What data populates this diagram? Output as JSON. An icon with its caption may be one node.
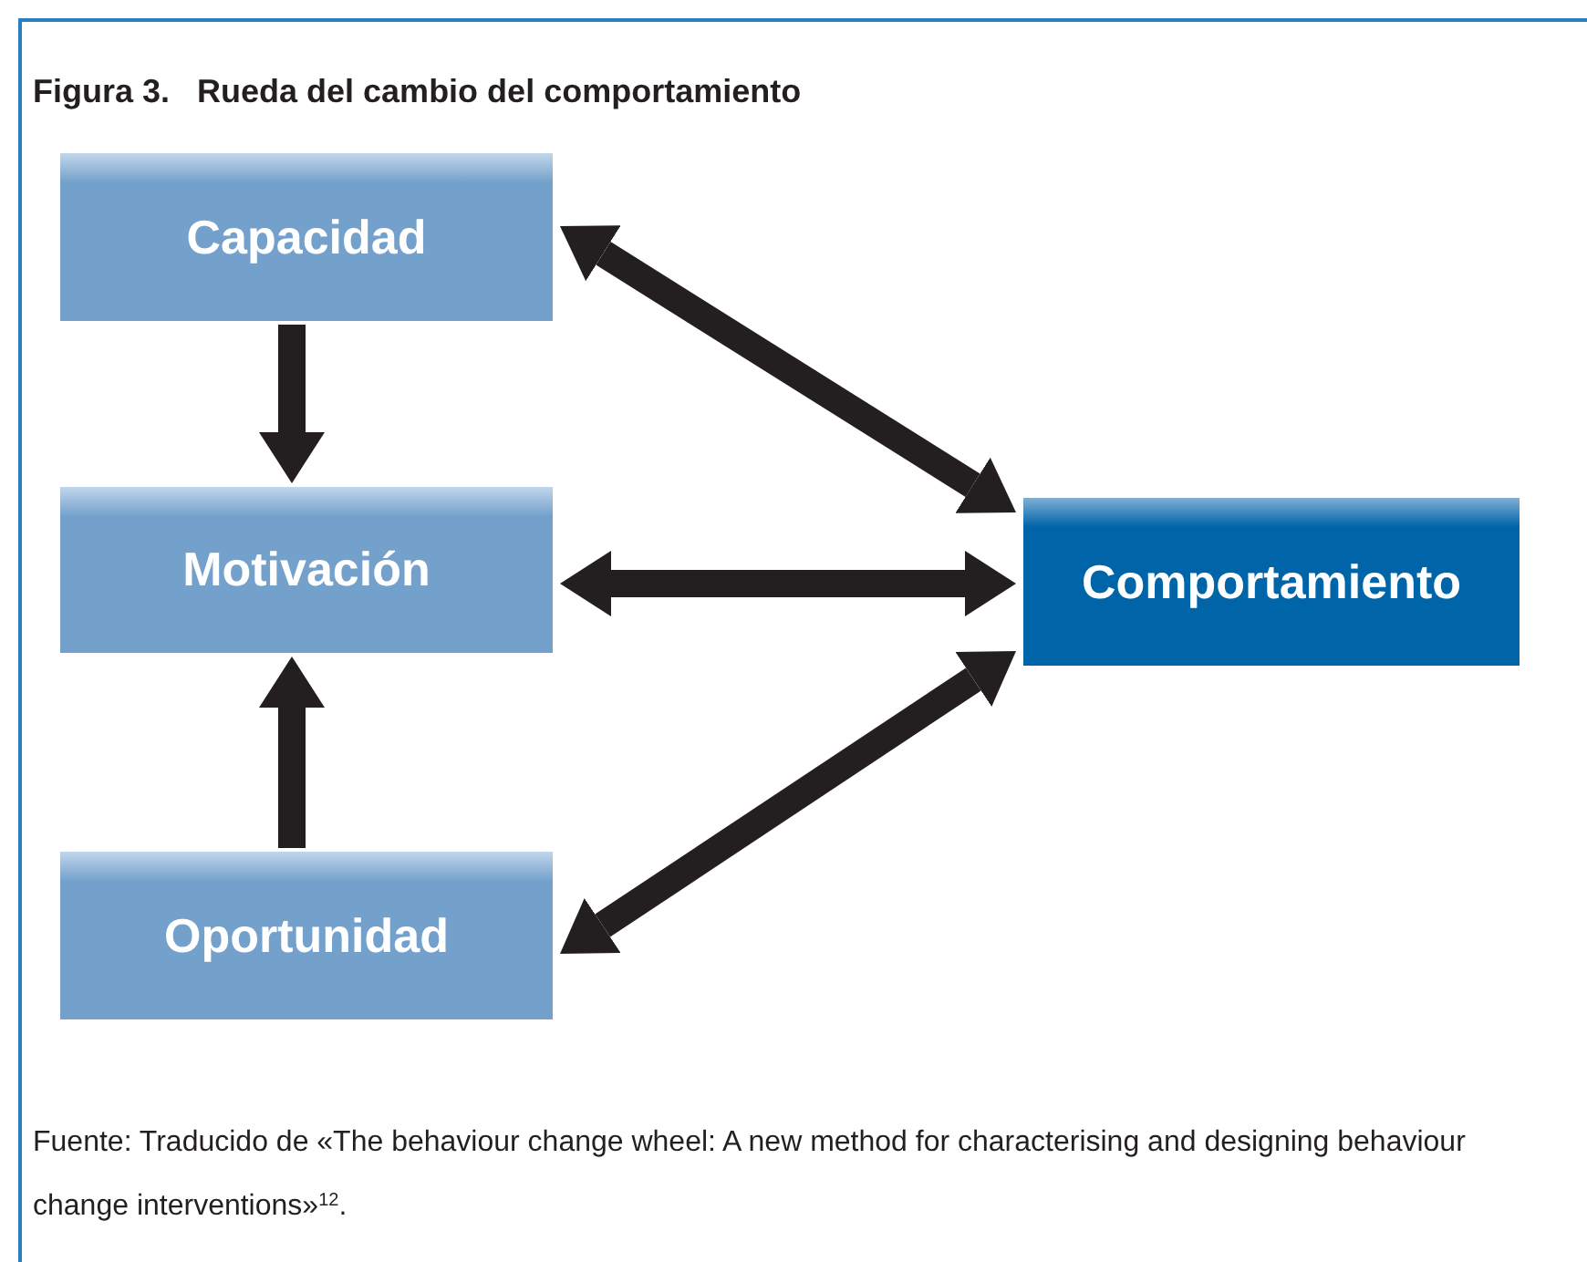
{
  "diagram": {
    "title": "**Figura 3.**   Rueda del cambio del comportamiento",
    "caption": "Fuente: Traducido de «The behaviour change wheel: A new method for characterising and designing behaviour change interventions»$^{12}$.",
    "nodes": [
      {
        "text": [
          "Capacidad"
        ]
      },
      {
        "text": [
          "Motivación"
        ]
      },
      {
        "text": [
          "Oportunidad"
        ]
      },
      {
        "text": [
          "Comportamiento"
        ]
      }
    ],
    "edges": [
      {
        "from": 0,
        "to": 1,
        "arrow": "to"
      },
      {
        "from": 2,
        "to": 1,
        "arrow": "to"
      },
      {
        "from": 0,
        "to": 3,
        "arrow": "both"
      },
      {
        "from": 1,
        "to": 3,
        "arrow": "both"
      },
      {
        "from": 2,
        "to": 3,
        "arrow": "both"
      }
    ]
  }
}
